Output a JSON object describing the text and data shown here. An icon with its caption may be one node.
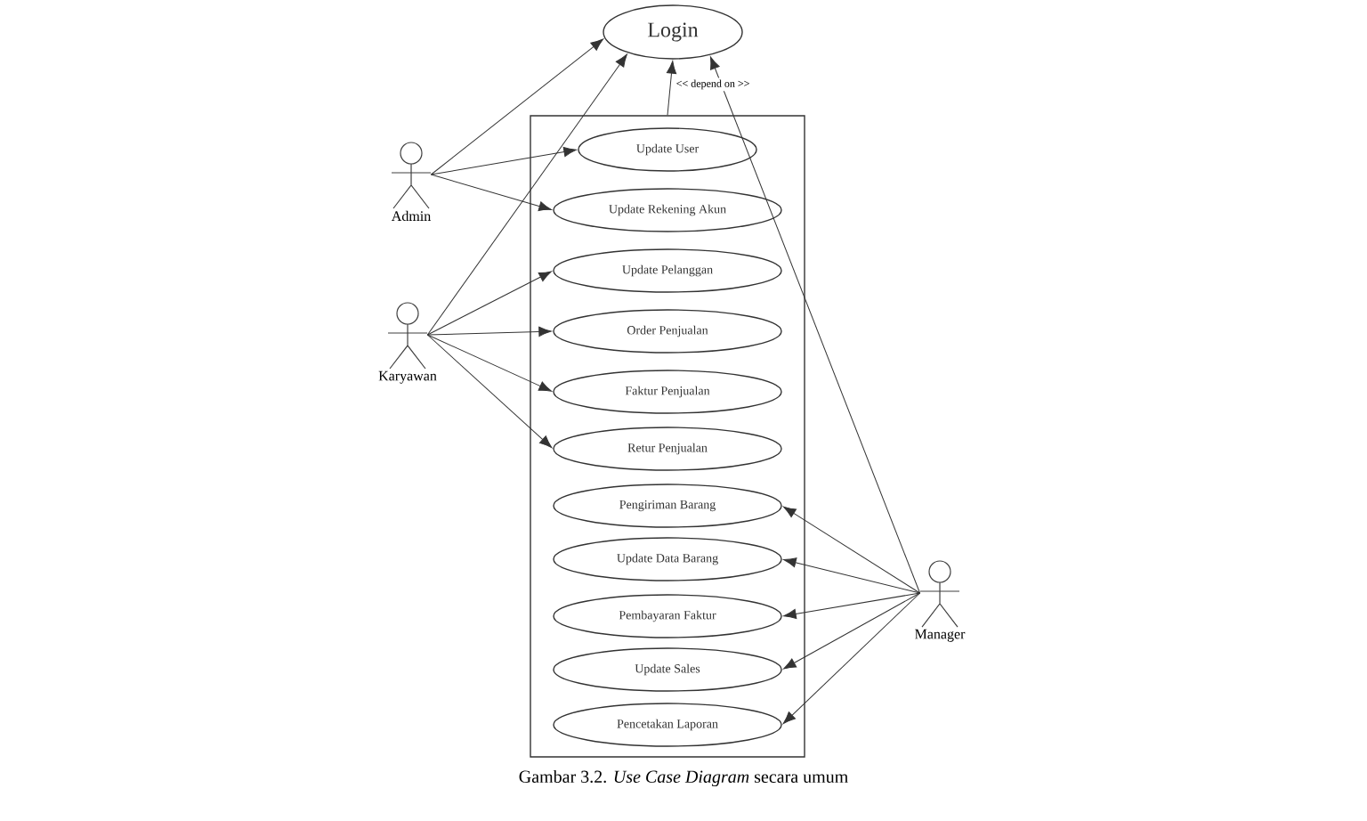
{
  "diagram": {
    "caption": "Gambar 3.2. *Use Case Diagram* secara umum",
    "nodes": [
      {
        "text": [
          "Login"
        ]
      },
      {
        "text": [],
        "shape": "box"
      },
      {
        "text": [
          "Update User"
        ],
        "in": 1
      },
      {
        "text": [
          "Update Rekening Akun"
        ],
        "in": 1
      },
      {
        "text": [
          "Update Pelanggan"
        ],
        "in": 1
      },
      {
        "text": [
          "Order Penjualan"
        ],
        "in": 1
      },
      {
        "text": [
          "Faktur Penjualan"
        ],
        "in": 1
      },
      {
        "text": [
          "Retur Penjualan"
        ],
        "in": 1
      },
      {
        "text": [
          "Pengiriman Barang"
        ],
        "in": 1
      },
      {
        "text": [
          "Update Data Barang"
        ],
        "in": 1
      },
      {
        "text": [
          "Pembayaran  Faktur"
        ],
        "in": 1
      },
      {
        "text": [
          "Update Sales"
        ],
        "in": 1
      },
      {
        "text": [
          "Pencetakan Laporan"
        ],
        "in": 1
      },
      {
        "text": [
          "Admin"
        ]
      },
      {
        "text": [
          "Karyawan"
        ]
      },
      {
        "text": [
          "Manager"
        ]
      }
    ],
    "edges": [
      {
        "from": 1,
        "to": 0,
        "arrow": "to",
        "label": "<< depend on >>"
      },
      {
        "from": 13,
        "to": 0,
        "arrow": "to"
      },
      {
        "from": 13,
        "to": 2,
        "arrow": "to"
      },
      {
        "from": 13,
        "to": 3,
        "arrow": "to"
      },
      {
        "from": 14,
        "to": 0,
        "arrow": "to"
      },
      {
        "from": 14,
        "to": 4,
        "arrow": "to"
      },
      {
        "from": 14,
        "to": 5,
        "arrow": "to"
      },
      {
        "from": 14,
        "to": 6,
        "arrow": "to"
      },
      {
        "from": 14,
        "to": 7,
        "arrow": "to"
      },
      {
        "from": 15,
        "to": 0,
        "arrow": "to"
      },
      {
        "from": 15,
        "to": 8,
        "arrow": "to"
      },
      {
        "from": 15,
        "to": 9,
        "arrow": "to"
      },
      {
        "from": 15,
        "to": 10,
        "arrow": "to"
      },
      {
        "from": 15,
        "to": 11,
        "arrow": "to"
      },
      {
        "from": 15,
        "to": 12,
        "arrow": "to"
      }
    ]
  }
}
